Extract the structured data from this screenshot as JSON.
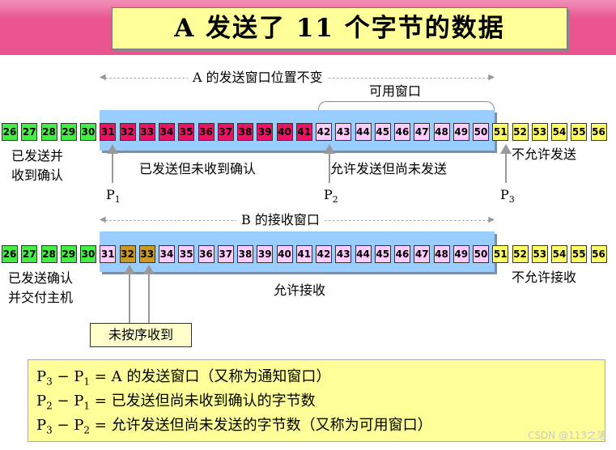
{
  "title": "A 发送了 11 个字节的数据",
  "sender": {
    "window_label": "A 的发送窗口位置不变",
    "usable_label": "可用窗口",
    "acked_label_1": "已发送并",
    "acked_label_2": "收到确认",
    "sent_unacked_label": "已发送但未收到确认",
    "allowed_label": "允许发送但尚未发送",
    "not_allowed_label": "不允许发送",
    "p1": "P",
    "p1_sub": "1",
    "p2": "P",
    "p2_sub": "2",
    "p3": "P",
    "p3_sub": "3"
  },
  "receiver": {
    "window_label": "B 的接收窗口",
    "delivered_label_1": "已发送确认",
    "delivered_label_2": "并交付主机",
    "allowed_label": "允许接收",
    "not_allowed_label": "不允许接收",
    "unordered_label": "未按序收到"
  },
  "formulas": {
    "f1": {
      "a": "P",
      "a_sub": "3",
      "b": "P",
      "b_sub": "1",
      "rhs": "= A 的发送窗口（又称为通知窗口）"
    },
    "f2": {
      "a": "P",
      "a_sub": "2",
      "b": "P",
      "b_sub": "1",
      "rhs": "= 已发送但尚未收到确认的字节数"
    },
    "f3": {
      "a": "P",
      "a_sub": "3",
      "b": "P",
      "b_sub": "2",
      "rhs": "= 允许发送但尚未发送的字节数（又称为可用窗口）"
    }
  },
  "colors": {
    "acked": "#44ee44",
    "sent": "#ee1166",
    "allowed": "#ffccff",
    "outside": "#ffff66",
    "unordered": "#cc9922",
    "window": "#99ccff",
    "header": "#e9548f"
  },
  "sender_bytes": [
    {
      "n": "26",
      "s": "acked"
    },
    {
      "n": "27",
      "s": "acked"
    },
    {
      "n": "28",
      "s": "acked"
    },
    {
      "n": "29",
      "s": "acked"
    },
    {
      "n": "30",
      "s": "acked"
    },
    {
      "n": "31",
      "s": "sent"
    },
    {
      "n": "32",
      "s": "sent"
    },
    {
      "n": "33",
      "s": "sent"
    },
    {
      "n": "34",
      "s": "sent"
    },
    {
      "n": "35",
      "s": "sent"
    },
    {
      "n": "36",
      "s": "sent"
    },
    {
      "n": "37",
      "s": "sent"
    },
    {
      "n": "38",
      "s": "sent"
    },
    {
      "n": "39",
      "s": "sent"
    },
    {
      "n": "40",
      "s": "sent"
    },
    {
      "n": "41",
      "s": "sent"
    },
    {
      "n": "42",
      "s": "allowed"
    },
    {
      "n": "43",
      "s": "allowed"
    },
    {
      "n": "44",
      "s": "allowed"
    },
    {
      "n": "45",
      "s": "allowed"
    },
    {
      "n": "46",
      "s": "allowed"
    },
    {
      "n": "47",
      "s": "allowed"
    },
    {
      "n": "48",
      "s": "allowed"
    },
    {
      "n": "49",
      "s": "allowed"
    },
    {
      "n": "50",
      "s": "allowed"
    },
    {
      "n": "51",
      "s": "outside"
    },
    {
      "n": "52",
      "s": "outside"
    },
    {
      "n": "53",
      "s": "outside"
    },
    {
      "n": "54",
      "s": "outside"
    },
    {
      "n": "55",
      "s": "outside"
    },
    {
      "n": "56",
      "s": "outside"
    }
  ],
  "receiver_bytes": [
    {
      "n": "26",
      "s": "acked"
    },
    {
      "n": "27",
      "s": "acked"
    },
    {
      "n": "28",
      "s": "acked"
    },
    {
      "n": "29",
      "s": "acked"
    },
    {
      "n": "30",
      "s": "acked"
    },
    {
      "n": "31",
      "s": "allowed"
    },
    {
      "n": "32",
      "s": "unordered"
    },
    {
      "n": "33",
      "s": "unordered"
    },
    {
      "n": "34",
      "s": "allowed"
    },
    {
      "n": "35",
      "s": "allowed"
    },
    {
      "n": "36",
      "s": "allowed"
    },
    {
      "n": "37",
      "s": "allowed"
    },
    {
      "n": "38",
      "s": "allowed"
    },
    {
      "n": "39",
      "s": "allowed"
    },
    {
      "n": "40",
      "s": "allowed"
    },
    {
      "n": "41",
      "s": "allowed"
    },
    {
      "n": "42",
      "s": "allowed"
    },
    {
      "n": "43",
      "s": "allowed"
    },
    {
      "n": "44",
      "s": "allowed"
    },
    {
      "n": "45",
      "s": "allowed"
    },
    {
      "n": "46",
      "s": "allowed"
    },
    {
      "n": "47",
      "s": "allowed"
    },
    {
      "n": "48",
      "s": "allowed"
    },
    {
      "n": "49",
      "s": "allowed"
    },
    {
      "n": "50",
      "s": "allowed"
    },
    {
      "n": "51",
      "s": "outside"
    },
    {
      "n": "52",
      "s": "outside"
    },
    {
      "n": "53",
      "s": "outside"
    },
    {
      "n": "54",
      "s": "outside"
    },
    {
      "n": "55",
      "s": "outside"
    },
    {
      "n": "56",
      "s": "outside"
    }
  ],
  "watermark": "CSDN @113之落"
}
